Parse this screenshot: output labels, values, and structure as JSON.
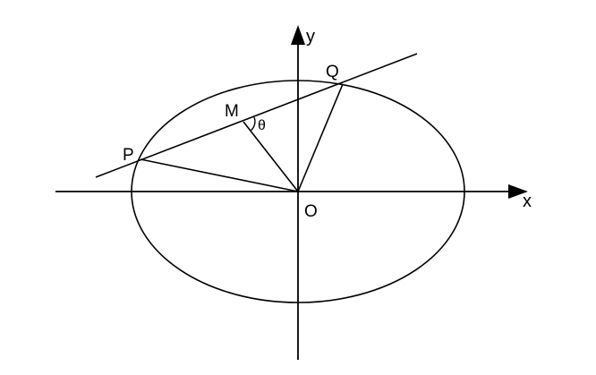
{
  "labels": {
    "y_axis": "y",
    "x_axis": "x",
    "origin": "O",
    "point_p": "P",
    "point_q": "Q",
    "point_m": "M",
    "angle": "θ"
  },
  "colors": {
    "stroke": "#000000",
    "background": "#ffffff"
  }
}
